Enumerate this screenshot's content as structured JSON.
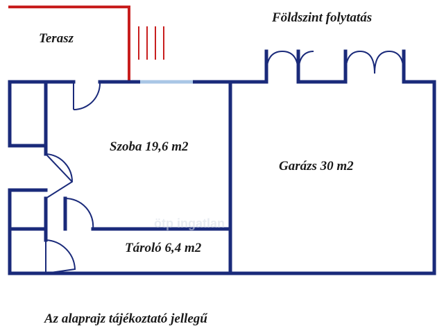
{
  "labels": {
    "terrace": "Terasz",
    "continuation": "Földszint folytatás",
    "room": "Szoba 19,6 m2",
    "garage": "Garázs 30 m2",
    "storage": "Tároló 6,4 m2",
    "disclaimer": "Az alaprajz tájékoztató jellegű"
  },
  "watermark": "ötp ingatlan",
  "colors": {
    "wall": "#1a2a7a",
    "terrace_line": "#c81e1e",
    "window": "#a9c6e6",
    "background": "#ffffff",
    "text": "#1a1a1a"
  }
}
